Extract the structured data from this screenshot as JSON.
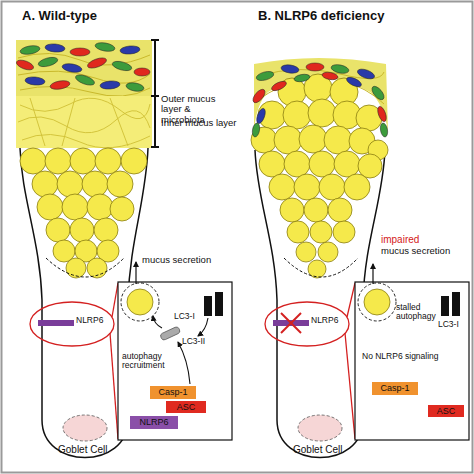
{
  "diagram": {
    "nodes": [
      {
        "text": [
          "Casp-1"
        ]
      },
      {
        "text": [
          "ASC"
        ]
      },
      {
        "text": [
          "NLRP6"
        ]
      },
      {
        "text": [
          "Casp-1"
        ]
      },
      {
        "text": [
          "ASC"
        ]
      }
    ],
    "labels": [
      "A. Wild-type",
      "B. NLRP6 deficiency",
      "Outer mucus layer & microbiota",
      "Inner mucus layer",
      "mucus secretion",
      "NLRP6",
      "LC3-I",
      "LC3-II",
      "autophagy recruitment",
      "Goblet Cell",
      "impaired",
      "mucus secretion",
      "NLRP6",
      "stalled autophagy",
      "LC3-I",
      "No NLRP6 signaling",
      "Goblet Cell"
    ]
  }
}
